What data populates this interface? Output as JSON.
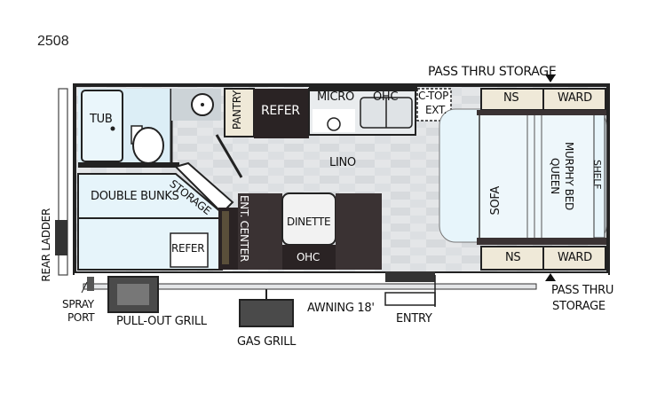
{
  "model": "2508",
  "labels": {
    "pass_thru_top": "PASS THRU STORAGE",
    "pass_thru_bottom_1": "PASS THRU",
    "pass_thru_bottom_2": "STORAGE",
    "tub": "TUB",
    "pantry": "PANTRY",
    "refer_kitchen": "REFER",
    "micro": "MICRO",
    "ohc_kitchen": "OHC",
    "ctop_1": "C-TOP",
    "ctop_2": "EXT.",
    "ns_top": "NS",
    "ward_top": "WARD",
    "ns_bottom": "NS",
    "ward_bottom": "WARD",
    "lino": "LINO",
    "storage": "STORAGE",
    "double_bunks": "DOUBLE BUNKS",
    "refer_bunk": "REFER",
    "ent_center": "ENT. CENTER",
    "dinette": "DINETTE",
    "ohc_dinette": "OHC",
    "sofa": "SOFA",
    "queen_1": "QUEEN",
    "queen_2": "MURPHY BED",
    "shelf": "SHELF",
    "rear_ladder": "REAR LADDER",
    "spray_1": "SPRAY",
    "spray_2": "PORT",
    "pullout_grill": "PULL-OUT GRILL",
    "awning": "AWNING 18'",
    "entry": "ENTRY",
    "gas_grill": "GAS GRILL"
  }
}
